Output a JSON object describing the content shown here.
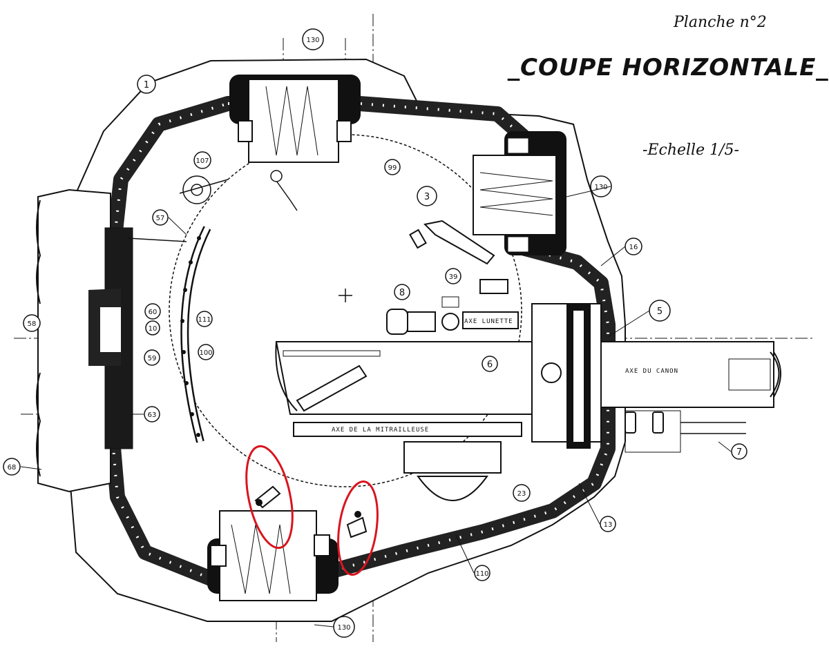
{
  "header": {
    "planche": "Planche n°2",
    "title": "_COUPE HORIZONTALE_",
    "scale": "-Echelle 1/5-"
  },
  "axis_labels": {
    "canon": "AXE DU CANON",
    "mitrailleuse": "AXE DE LA MITRAILLEUSE",
    "lunette": "AXE LUNETTE"
  },
  "callouts": [
    {
      "id": "c1",
      "text": "1"
    },
    {
      "id": "c130a",
      "text": "130"
    },
    {
      "id": "c130b",
      "text": "130"
    },
    {
      "id": "c130c",
      "text": "130"
    },
    {
      "id": "c107",
      "text": "107"
    },
    {
      "id": "c99",
      "text": "99"
    },
    {
      "id": "c3",
      "text": "3"
    },
    {
      "id": "c57",
      "text": "57"
    },
    {
      "id": "c16",
      "text": "16"
    },
    {
      "id": "c39",
      "text": "39"
    },
    {
      "id": "c8",
      "text": "8"
    },
    {
      "id": "c5",
      "text": "5"
    },
    {
      "id": "c58",
      "text": "58"
    },
    {
      "id": "c60",
      "text": "60"
    },
    {
      "id": "c10",
      "text": "10"
    },
    {
      "id": "c111",
      "text": "111"
    },
    {
      "id": "c59",
      "text": "59"
    },
    {
      "id": "c100",
      "text": "100"
    },
    {
      "id": "c6",
      "text": "6"
    },
    {
      "id": "c63",
      "text": "63"
    },
    {
      "id": "c68",
      "text": "68"
    },
    {
      "id": "c7",
      "text": "7"
    },
    {
      "id": "c23",
      "text": "23"
    },
    {
      "id": "c13",
      "text": "13"
    },
    {
      "id": "c110",
      "text": "110"
    }
  ],
  "colors": {
    "ink": "#111111",
    "highlight": "#d9141e"
  }
}
